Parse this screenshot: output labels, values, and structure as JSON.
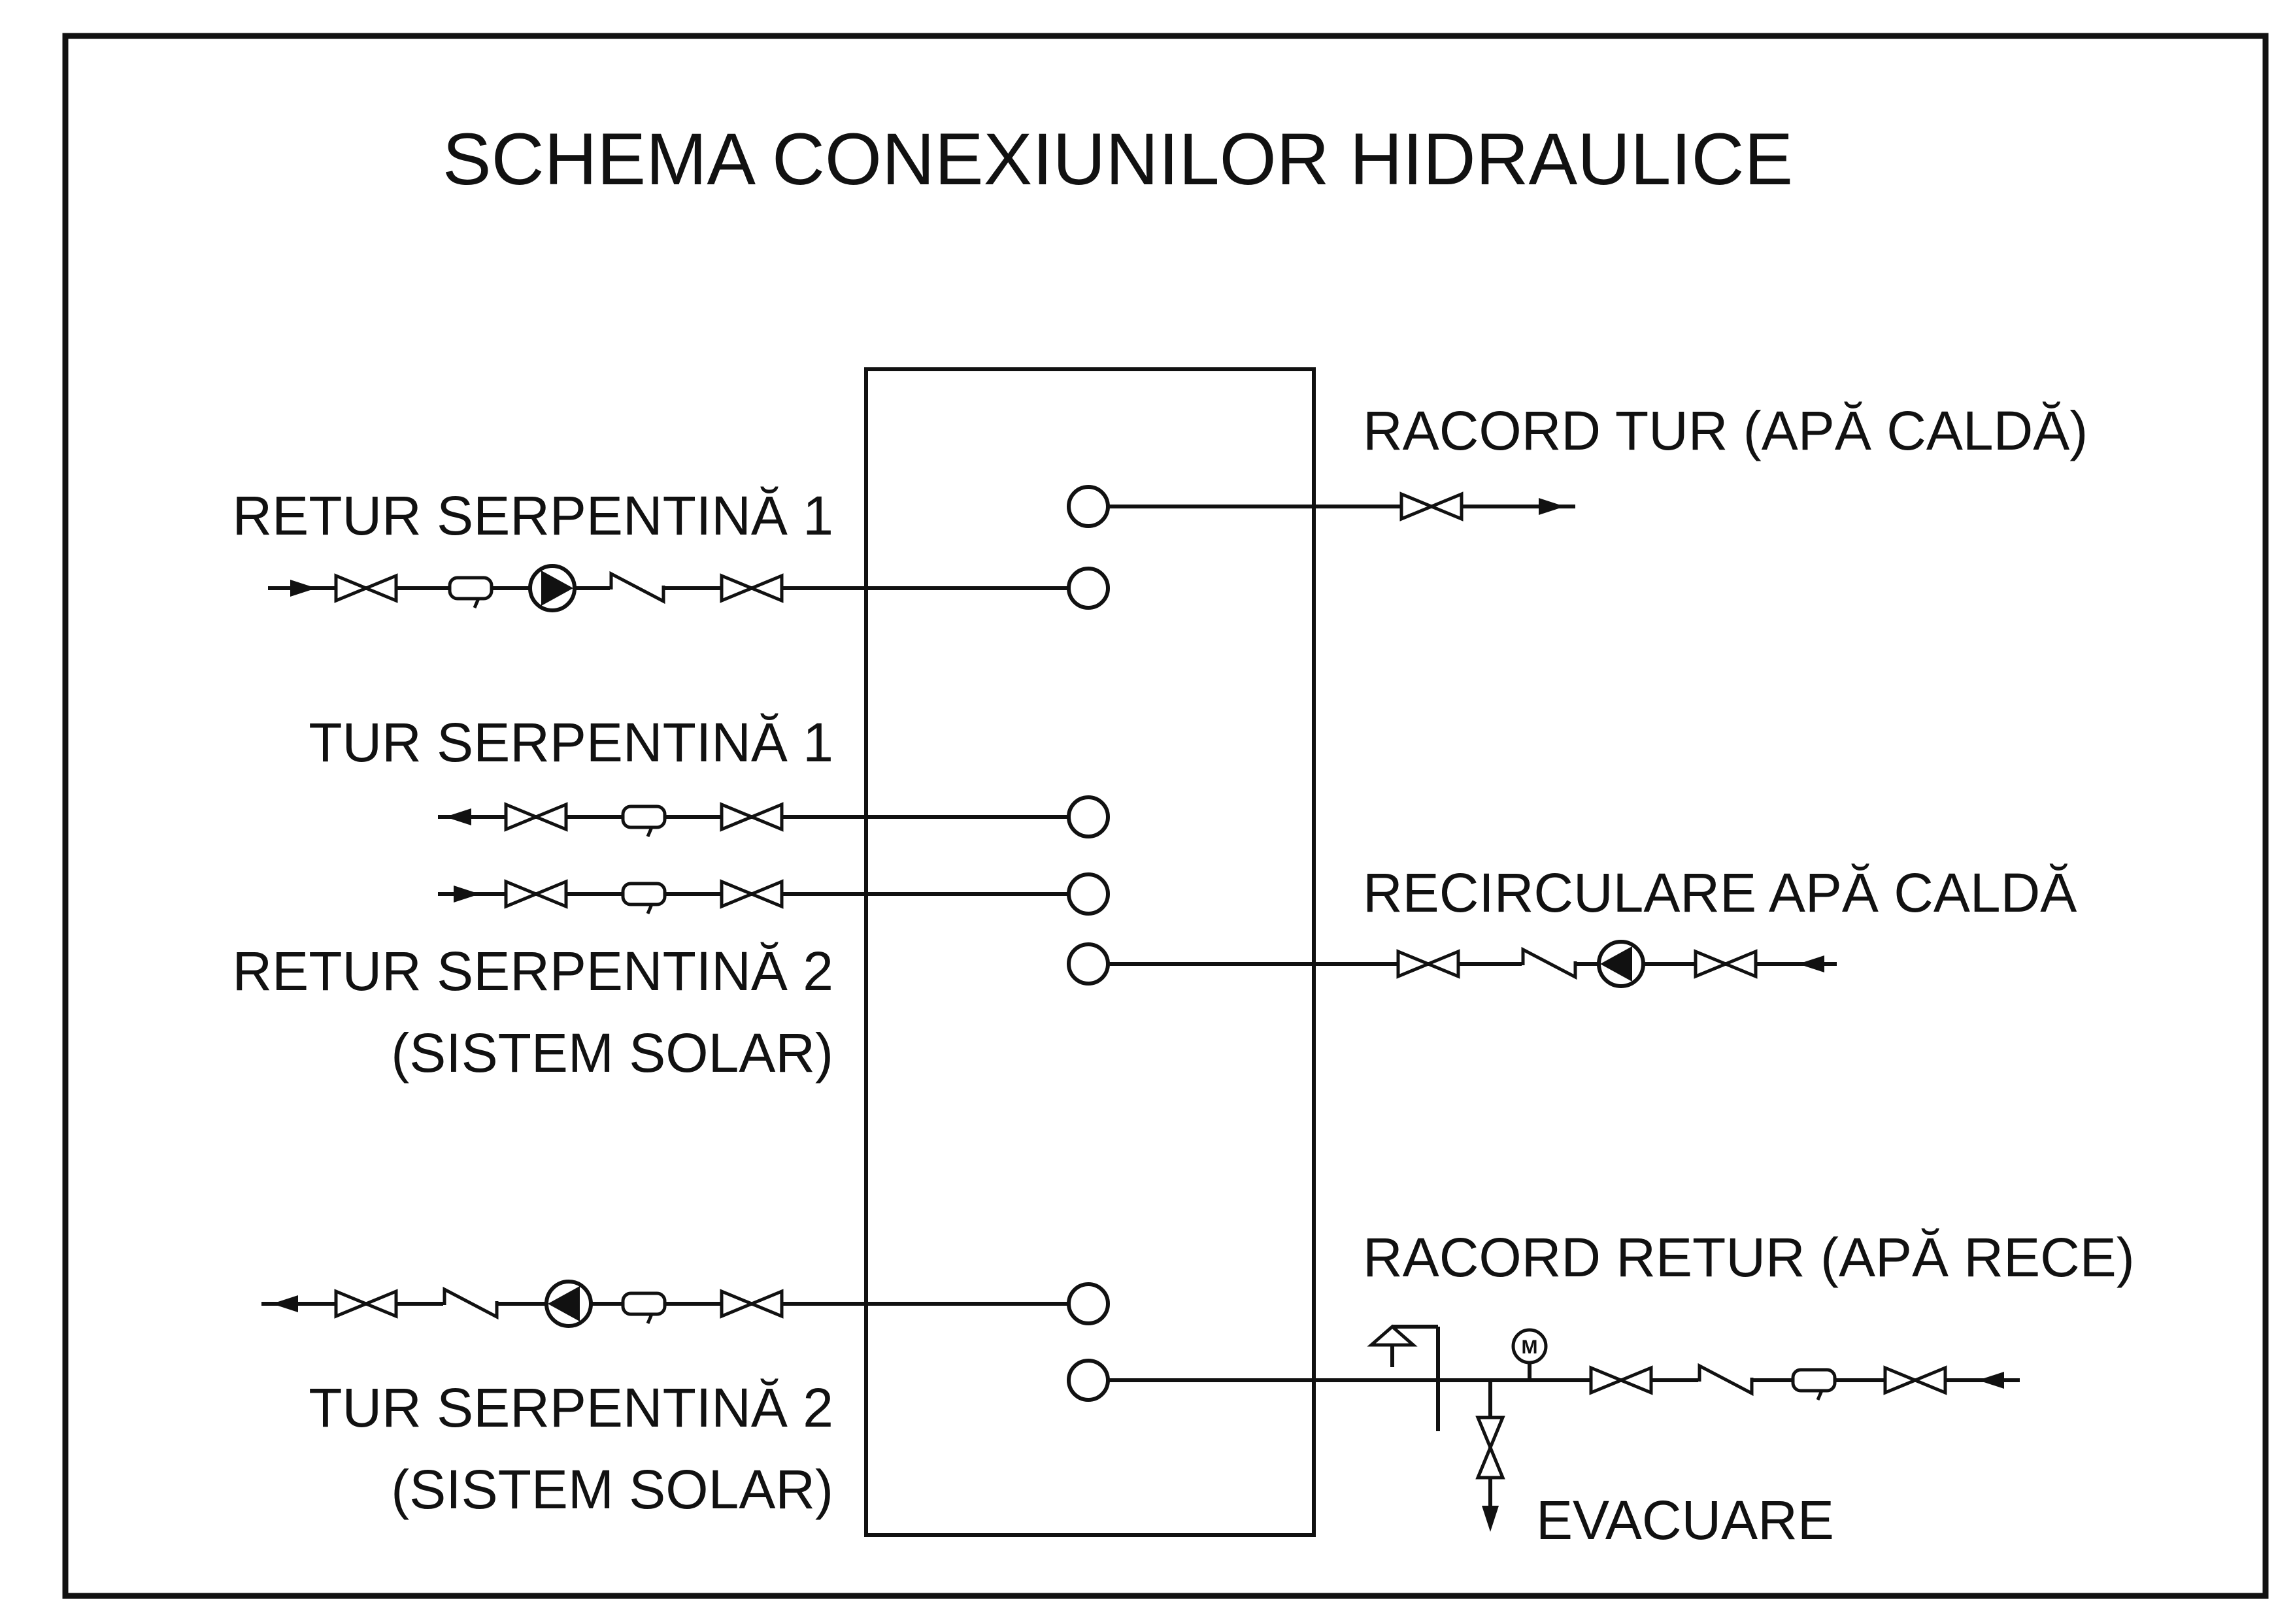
{
  "title": "SCHEMA CONEXIUNILOR HIDRAULICE",
  "labels": {
    "retur_serpentina_1": "RETUR SERPENTINĂ 1",
    "tur_serpentina_1": "TUR SERPENTINĂ 1",
    "retur_serpentina_2": "RETUR SERPENTINĂ 2",
    "retur_serpentina_2_sub": "(SISTEM SOLAR)",
    "tur_serpentina_2": "TUR SERPENTINĂ 2",
    "tur_serpentina_2_sub": "(SISTEM SOLAR)",
    "racord_tur": "RACORD TUR (APĂ CALDĂ)",
    "recirculare": "RECIRCULARE APĂ CALDĂ",
    "racord_retur": "RACORD RETUR (APĂ RECE)",
    "evacuare": "EVACUARE"
  },
  "meter_symbol": "M",
  "colors": {
    "line": "#111111",
    "background": "#ffffff"
  }
}
